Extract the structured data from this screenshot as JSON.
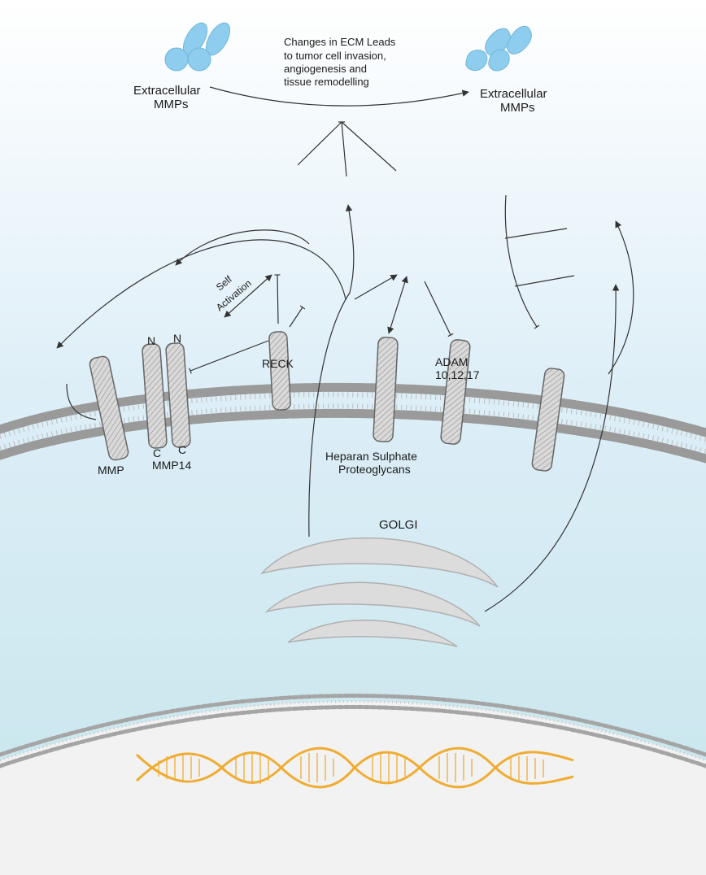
{
  "extracellular_left": {
    "line1": "Extracellular",
    "line2": "MMPs",
    "icon": "mmp-molecule-icon"
  },
  "extracellular_right": {
    "line1": "Extracellular",
    "line2": "MMPs",
    "icon": "mmp-molecule-active-icon"
  },
  "ecm_note": {
    "line1": "Changes in ECM Leads",
    "line2": "to tumor cell invasion,",
    "line3": "angiogenesis and",
    "line4": "tissue remodelling"
  },
  "self_activation": {
    "line1": "Self",
    "line2": "Activation"
  },
  "proteins": {
    "mmp": "MMP",
    "mmp14": "MMP14",
    "n_terminal": "N",
    "c_terminal": "C",
    "reck": "RECK",
    "adam_line1": "ADAM",
    "adam_line2": "10,12,17",
    "hspg_line1": "Heparan Sulphate",
    "hspg_line2": "Proteoglycans"
  },
  "golgi": "GOLGI",
  "dna_icon": "dna-double-helix-icon",
  "colors": {
    "extracellular_top": "#ffffff",
    "extracellular_bottom": "#ddeef7",
    "cytoplasm_bottom": "#c9e6ee",
    "nucleus": "#f2f2f2",
    "membrane": "#8f8f8f",
    "mmp_blue": "#8fcdee",
    "dna": "#f0ac33",
    "golgi": "#dcdcdc"
  }
}
